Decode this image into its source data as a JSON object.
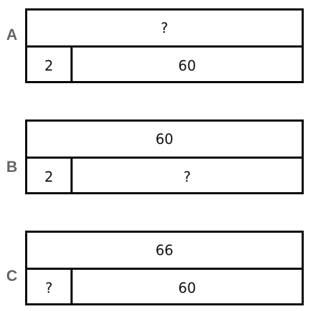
{
  "diagrams": [
    {
      "label": "A",
      "whole": "?",
      "part_small": "2",
      "part_large": "60"
    },
    {
      "label": "B",
      "whole": "60",
      "part_small": "2",
      "part_large": "?"
    },
    {
      "label": "C",
      "whole": "66",
      "part_small": "?",
      "part_large": "60"
    }
  ]
}
